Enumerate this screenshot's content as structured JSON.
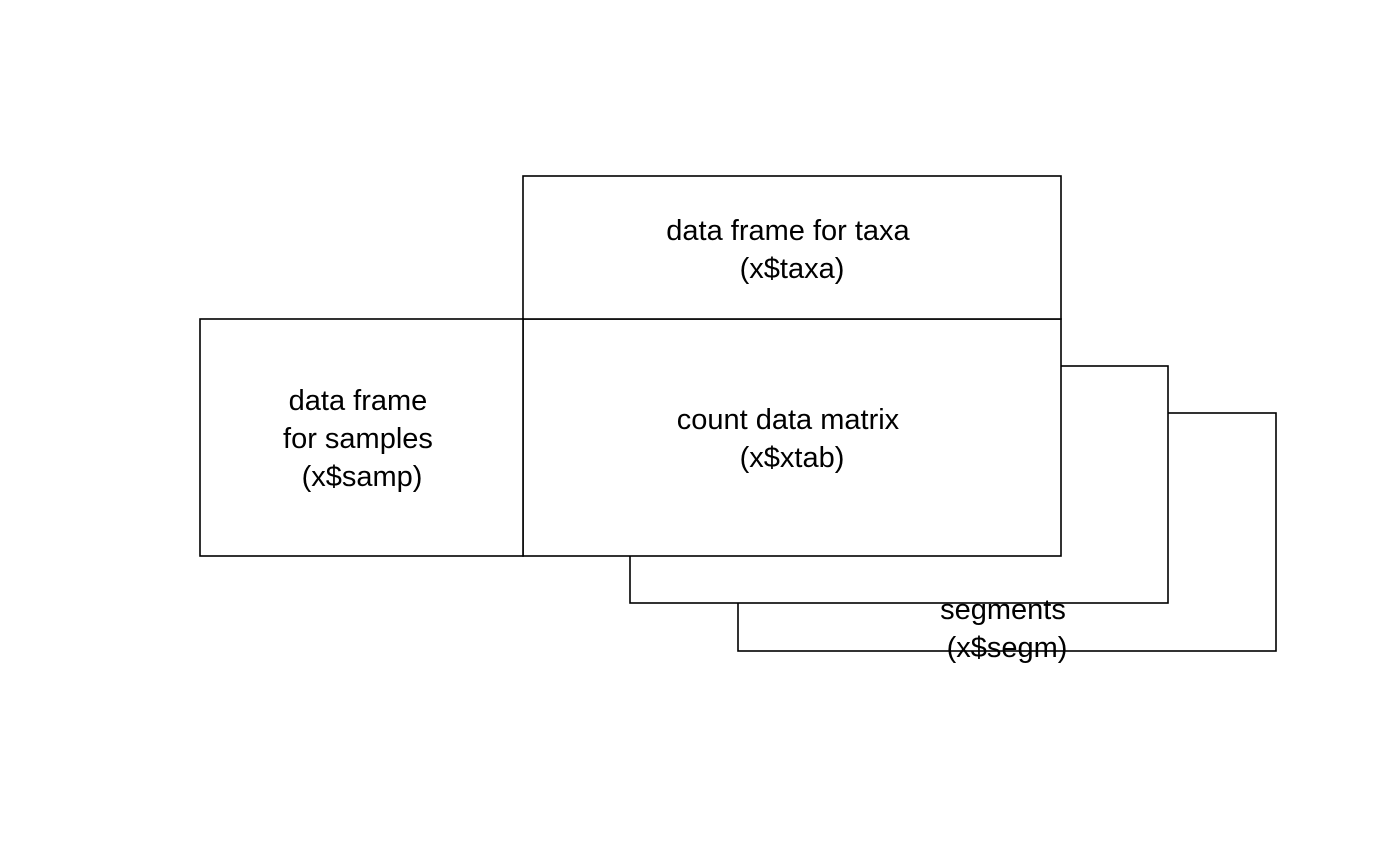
{
  "diagram": {
    "taxa": {
      "line1": "data frame for taxa",
      "line2": "(x$taxa)"
    },
    "samples": {
      "line1": "data frame",
      "line2": "for samples",
      "line3": "(x$samp)"
    },
    "counts": {
      "line1": "count data matrix",
      "line2": "(x$xtab)"
    },
    "segments": {
      "line1": "segments",
      "line2": "(x$segm)"
    }
  },
  "colors": {
    "stroke": "#000000",
    "background": "#ffffff"
  }
}
